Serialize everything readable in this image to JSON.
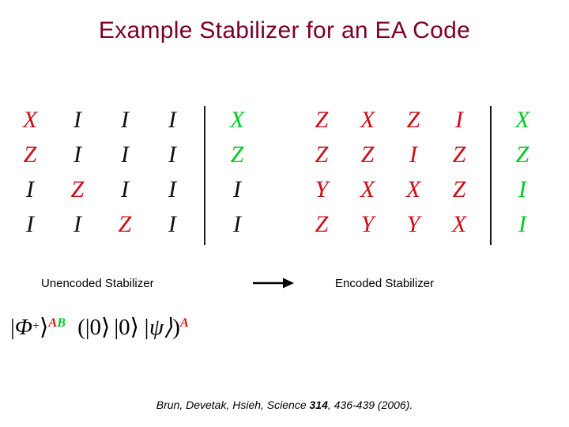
{
  "slide": {
    "title": "Example Stabilizer for an EA Code",
    "title_color": "#7b0026",
    "background": "#ffffff"
  },
  "colors": {
    "pauli_red": "#cc0f18",
    "pauli_green": "#00cc22",
    "pauli_black": "#111111",
    "arrow": "#000000",
    "divider": "#1a1a2e"
  },
  "captions": {
    "unencoded": "Unencoded Stabilizer",
    "encoded": "Encoded Stabilizer"
  },
  "arrow": {
    "icon": "right-arrow-icon",
    "direction": "right"
  },
  "unencoded_matrix": {
    "label": "Unencoded Stabilizer",
    "rows": 4,
    "main_cols": 4,
    "ancilla_cols": 1,
    "cells": [
      [
        {
          "op": "X",
          "color": "red"
        },
        {
          "op": "I",
          "color": "black"
        },
        {
          "op": "I",
          "color": "black"
        },
        {
          "op": "I",
          "color": "black"
        }
      ],
      [
        {
          "op": "Z",
          "color": "red"
        },
        {
          "op": "I",
          "color": "black"
        },
        {
          "op": "I",
          "color": "black"
        },
        {
          "op": "I",
          "color": "black"
        }
      ],
      [
        {
          "op": "I",
          "color": "black"
        },
        {
          "op": "Z",
          "color": "red"
        },
        {
          "op": "I",
          "color": "black"
        },
        {
          "op": "I",
          "color": "black"
        }
      ],
      [
        {
          "op": "I",
          "color": "black"
        },
        {
          "op": "I",
          "color": "black"
        },
        {
          "op": "Z",
          "color": "red"
        },
        {
          "op": "I",
          "color": "black"
        }
      ]
    ],
    "ancilla": [
      [
        {
          "op": "X",
          "color": "green"
        }
      ],
      [
        {
          "op": "Z",
          "color": "green"
        }
      ],
      [
        {
          "op": "I",
          "color": "black"
        }
      ],
      [
        {
          "op": "I",
          "color": "black"
        }
      ]
    ]
  },
  "encoded_matrix": {
    "label": "Encoded Stabilizer",
    "rows": 4,
    "main_cols": 4,
    "ancilla_cols": 1,
    "cells": [
      [
        {
          "op": "Z",
          "color": "red"
        },
        {
          "op": "X",
          "color": "red"
        },
        {
          "op": "Z",
          "color": "red"
        },
        {
          "op": "I",
          "color": "red"
        }
      ],
      [
        {
          "op": "Z",
          "color": "red"
        },
        {
          "op": "Z",
          "color": "red"
        },
        {
          "op": "I",
          "color": "red"
        },
        {
          "op": "Z",
          "color": "red"
        }
      ],
      [
        {
          "op": "Y",
          "color": "red"
        },
        {
          "op": "X",
          "color": "red"
        },
        {
          "op": "X",
          "color": "red"
        },
        {
          "op": "Z",
          "color": "red"
        }
      ],
      [
        {
          "op": "Z",
          "color": "red"
        },
        {
          "op": "Y",
          "color": "red"
        },
        {
          "op": "Y",
          "color": "red"
        },
        {
          "op": "X",
          "color": "red"
        }
      ]
    ],
    "ancilla": [
      [
        {
          "op": "X",
          "color": "green"
        }
      ],
      [
        {
          "op": "Z",
          "color": "green"
        }
      ],
      [
        {
          "op": "I",
          "color": "green"
        }
      ],
      [
        {
          "op": "I",
          "color": "green"
        }
      ]
    ]
  },
  "state_formula": {
    "bell_ket_open": "|",
    "bell_symbol": "Φ",
    "bell_plus": "+",
    "bell_ket_close": "⟩",
    "bell_sup_a": "A",
    "bell_sup_b": "B",
    "paren_open": "(",
    "ket0_a": "|0⟩",
    "ket0_b": "|0⟩",
    "ket_psi": "|ψ⟩",
    "paren_close": ")",
    "sup_a": "A",
    "plain": "|Φ+⟩^{AB} (|0⟩ |0⟩ |ψ⟩)^{A}"
  },
  "citation": {
    "authors": "Brun, Devetak, Hsieh, Science ",
    "volume": "314",
    "pages": ", 436-439 (2006)."
  }
}
